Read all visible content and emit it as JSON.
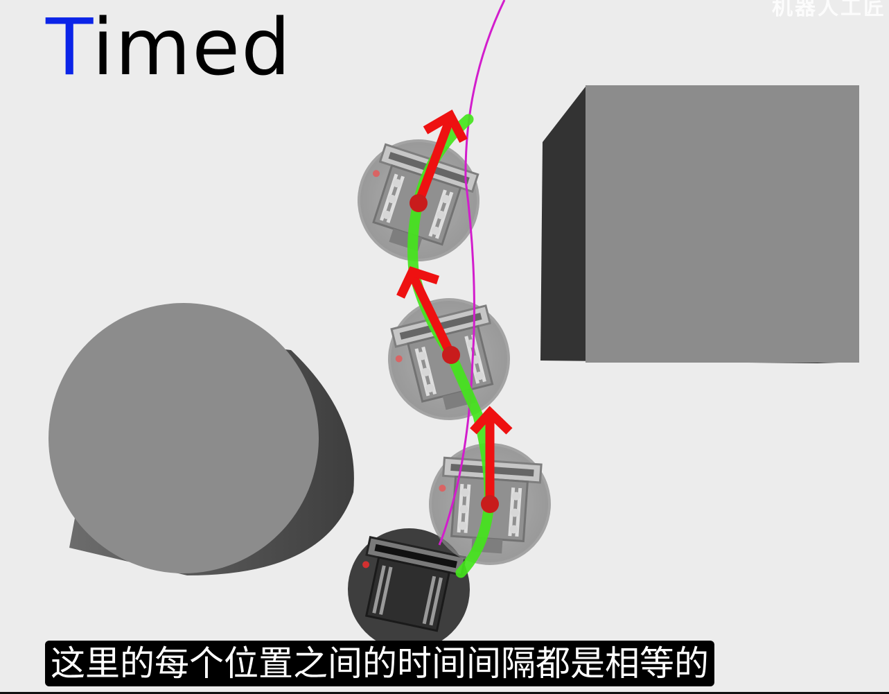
{
  "title": {
    "first_letter": "T",
    "rest": "imed"
  },
  "watermark": "机器人工匠",
  "subtitle": "这里的每个位置之间的时间间隔都是相等的",
  "colors": {
    "title_accent": "#0b24e8",
    "trajectory": "#44e41c",
    "reference_path": "#d21dcc",
    "heading_arrow": "#ee1111",
    "robot_center": "#c81c1c",
    "obstacle": "#8c8c8c",
    "obstacle_shadow": "#3a3a3a"
  },
  "icons": [
    "robot-pose",
    "heading-arrow",
    "cylinder-obstacle",
    "box-obstacle"
  ]
}
